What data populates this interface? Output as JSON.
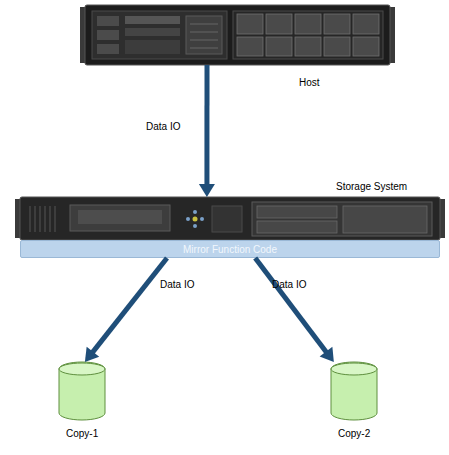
{
  "diagram": {
    "nodes": [
      {
        "text": [
          "Host"
        ]
      },
      {
        "text": [
          "Storage System"
        ]
      },
      {
        "text": [
          "Mirror Function Code"
        ]
      },
      {
        "text": [
          "Copy-1"
        ]
      },
      {
        "text": [
          "Copy-2"
        ]
      }
    ],
    "edges": [
      {
        "from": 0,
        "to": 1,
        "label": "Data IO",
        "arrow": "to"
      },
      {
        "from": 2,
        "to": 3,
        "label": "Data IO",
        "arrow": "to"
      },
      {
        "from": 2,
        "to": 4,
        "label": "Data IO",
        "arrow": "to"
      }
    ]
  }
}
